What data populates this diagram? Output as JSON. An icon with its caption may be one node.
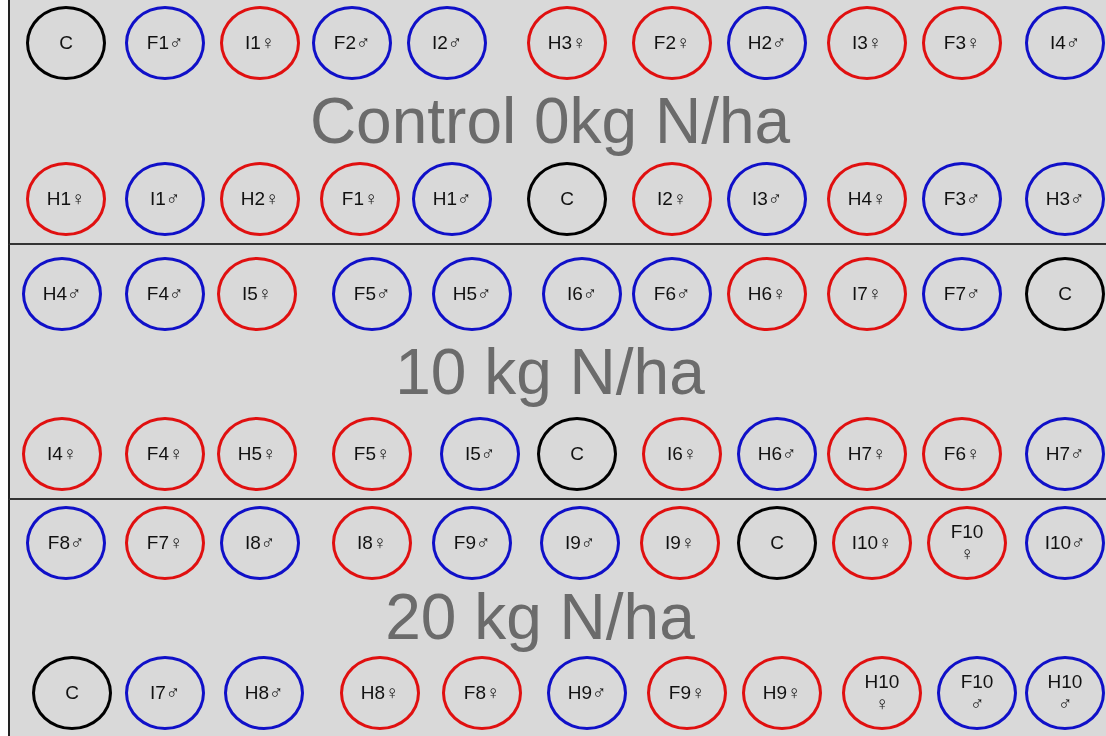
{
  "diagram": {
    "nodes": [
      {
        "text": [
          "Control 0kg N/ha"
        ]
      },
      {
        "text": [
          "C"
        ],
        "in": 0
      },
      {
        "text": [
          "F1♂"
        ],
        "in": 0
      },
      {
        "text": [
          "I1♀"
        ],
        "in": 0
      },
      {
        "text": [
          "F2♂"
        ],
        "in": 0
      },
      {
        "text": [
          "I2♂"
        ],
        "in": 0
      },
      {
        "text": [
          "H3♀"
        ],
        "in": 0
      },
      {
        "text": [
          "F2♀"
        ],
        "in": 0
      },
      {
        "text": [
          "H2♂"
        ],
        "in": 0
      },
      {
        "text": [
          "I3♀"
        ],
        "in": 0
      },
      {
        "text": [
          "F3♀"
        ],
        "in": 0
      },
      {
        "text": [
          "I4♂"
        ],
        "in": 0
      },
      {
        "text": [
          "H1♀"
        ],
        "in": 0
      },
      {
        "text": [
          "I1♂"
        ],
        "in": 0
      },
      {
        "text": [
          "H2♀"
        ],
        "in": 0
      },
      {
        "text": [
          "F1♀"
        ],
        "in": 0
      },
      {
        "text": [
          "H1♂"
        ],
        "in": 0
      },
      {
        "text": [
          "C"
        ],
        "in": 0
      },
      {
        "text": [
          "I2♀"
        ],
        "in": 0
      },
      {
        "text": [
          "I3♂"
        ],
        "in": 0
      },
      {
        "text": [
          "H4♀"
        ],
        "in": 0
      },
      {
        "text": [
          "F3♂"
        ],
        "in": 0
      },
      {
        "text": [
          "H3♂"
        ],
        "in": 0
      },
      {
        "text": [
          "10 kg N/ha"
        ]
      },
      {
        "text": [
          "H4♂"
        ],
        "in": 23
      },
      {
        "text": [
          "F4♂"
        ],
        "in": 23
      },
      {
        "text": [
          "I5♀"
        ],
        "in": 23
      },
      {
        "text": [
          "F5♂"
        ],
        "in": 23
      },
      {
        "text": [
          "H5♂"
        ],
        "in": 23
      },
      {
        "text": [
          "I6♂"
        ],
        "in": 23
      },
      {
        "text": [
          "F6♂"
        ],
        "in": 23
      },
      {
        "text": [
          "H6♀"
        ],
        "in": 23
      },
      {
        "text": [
          "I7♀"
        ],
        "in": 23
      },
      {
        "text": [
          "F7♂"
        ],
        "in": 23
      },
      {
        "text": [
          "C"
        ],
        "in": 23
      },
      {
        "text": [
          "I4♀"
        ],
        "in": 23
      },
      {
        "text": [
          "F4♀"
        ],
        "in": 23
      },
      {
        "text": [
          "H5♀"
        ],
        "in": 23
      },
      {
        "text": [
          "F5♀"
        ],
        "in": 23
      },
      {
        "text": [
          "I5♂"
        ],
        "in": 23
      },
      {
        "text": [
          "C"
        ],
        "in": 23
      },
      {
        "text": [
          "I6♀"
        ],
        "in": 23
      },
      {
        "text": [
          "H6♂"
        ],
        "in": 23
      },
      {
        "text": [
          "H7♀"
        ],
        "in": 23
      },
      {
        "text": [
          "F6♀"
        ],
        "in": 23
      },
      {
        "text": [
          "H7♂"
        ],
        "in": 23
      },
      {
        "text": [
          "20 kg N/ha"
        ]
      },
      {
        "text": [
          "F8♂"
        ],
        "in": 46
      },
      {
        "text": [
          "F7♀"
        ],
        "in": 46
      },
      {
        "text": [
          "I8♂"
        ],
        "in": 46
      },
      {
        "text": [
          "I8♀"
        ],
        "in": 46
      },
      {
        "text": [
          "F9♂"
        ],
        "in": 46
      },
      {
        "text": [
          "I9♂"
        ],
        "in": 46
      },
      {
        "text": [
          "I9♀"
        ],
        "in": 46
      },
      {
        "text": [
          "C"
        ],
        "in": 46
      },
      {
        "text": [
          "I10♀"
        ],
        "in": 46
      },
      {
        "text": [
          "F10 ♀"
        ],
        "in": 46
      },
      {
        "text": [
          "I10♂"
        ],
        "in": 46
      },
      {
        "text": [
          "C"
        ],
        "in": 46
      },
      {
        "text": [
          "I7♂"
        ],
        "in": 46
      },
      {
        "text": [
          "H8♂"
        ],
        "in": 46
      },
      {
        "text": [
          "H8♀"
        ],
        "in": 46
      },
      {
        "text": [
          "F8♀"
        ],
        "in": 46
      },
      {
        "text": [
          "H9♂"
        ],
        "in": 46
      },
      {
        "text": [
          "F9♀"
        ],
        "in": 46
      },
      {
        "text": [
          "H9♀"
        ],
        "in": 46
      },
      {
        "text": [
          "H10 ♀"
        ],
        "in": 46
      },
      {
        "text": [
          "F10 ♂"
        ],
        "in": 46
      },
      {
        "text": [
          "H10 ♂"
        ],
        "in": 46
      }
    ]
  }
}
